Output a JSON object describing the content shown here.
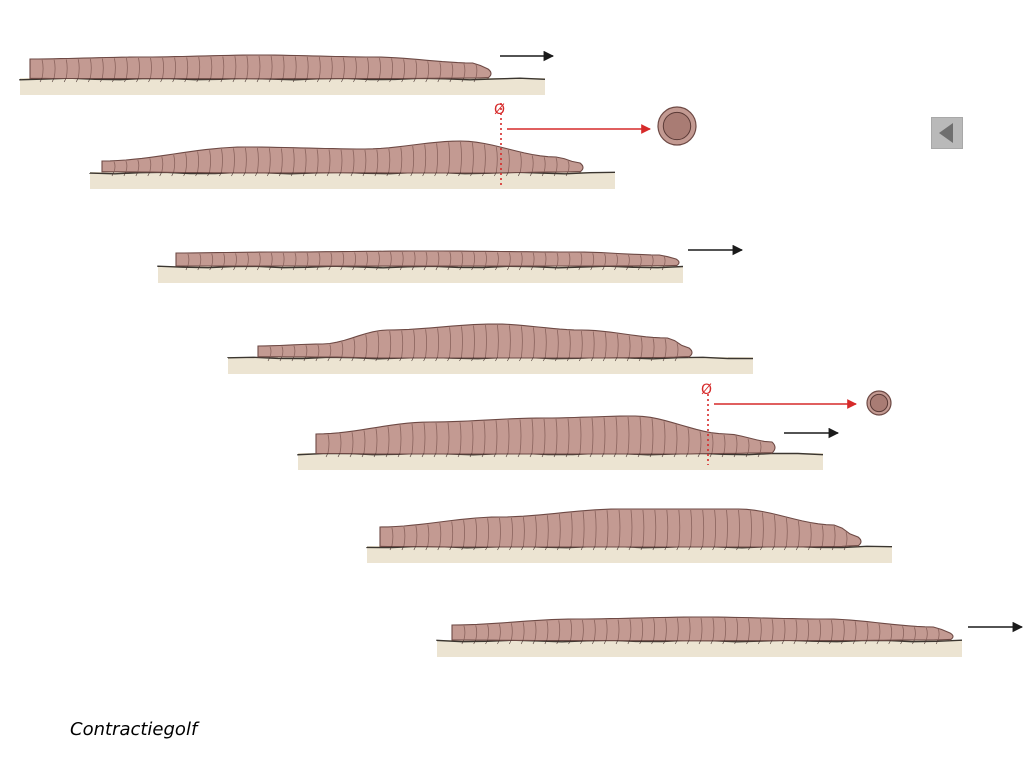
{
  "caption": "Contractiegolf",
  "diameter_symbol": "Ø",
  "back_button_icon": "triangle-left-icon",
  "colors": {
    "worm_fill": "#c39a92",
    "worm_stroke": "#6e4a45",
    "segment_line": "#8a635d",
    "ground_fill": "#ece4d2",
    "ground_line": "#3b3630",
    "movement_arrow": "#1a1a1a",
    "section_marker": "#d62a2a",
    "back_button_bg": "#b9b9b9",
    "back_button_icon": "#6f6f6f"
  },
  "stages": [
    {
      "stage": 1,
      "forward_arrow": true,
      "diameter_section": false
    },
    {
      "stage": 2,
      "forward_arrow": false,
      "diameter_section": true
    },
    {
      "stage": 3,
      "forward_arrow": true,
      "diameter_section": false
    },
    {
      "stage": 4,
      "forward_arrow": false,
      "diameter_section": false
    },
    {
      "stage": 5,
      "forward_arrow": true,
      "diameter_section": true
    },
    {
      "stage": 6,
      "forward_arrow": false,
      "diameter_section": false
    },
    {
      "stage": 7,
      "forward_arrow": true,
      "diameter_section": false
    }
  ]
}
